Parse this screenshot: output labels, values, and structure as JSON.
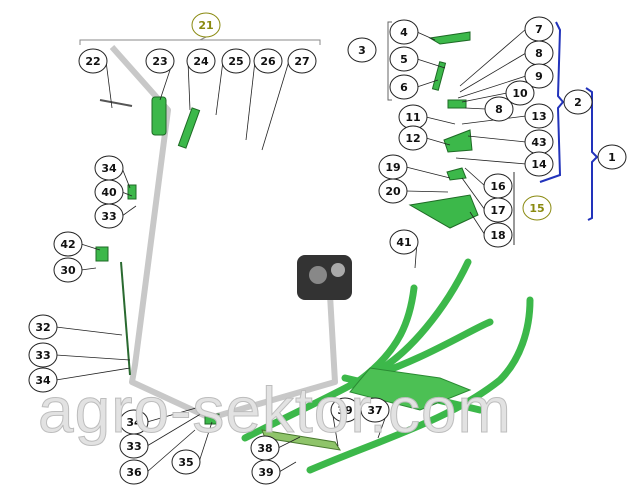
{
  "diagram": {
    "watermark": "agro-sektor.com",
    "accent_colors": {
      "part_green": "#3cb84a",
      "frame_gray": "#c8c8c8",
      "group_bracket_blue": "#2233bb",
      "group_label_olive": "#8a8a10"
    },
    "callouts": [
      "21",
      "22",
      "23",
      "24",
      "25",
      "26",
      "27",
      "3",
      "4",
      "5",
      "6",
      "7",
      "8",
      "9",
      "10",
      "8",
      "13",
      "11",
      "12",
      "43",
      "14",
      "2",
      "1",
      "19",
      "16",
      "20",
      "17",
      "15",
      "18",
      "34",
      "40",
      "33",
      "42",
      "30",
      "41",
      "32",
      "33",
      "34",
      "34",
      "33",
      "36",
      "35",
      "39",
      "37",
      "38",
      "39"
    ]
  }
}
